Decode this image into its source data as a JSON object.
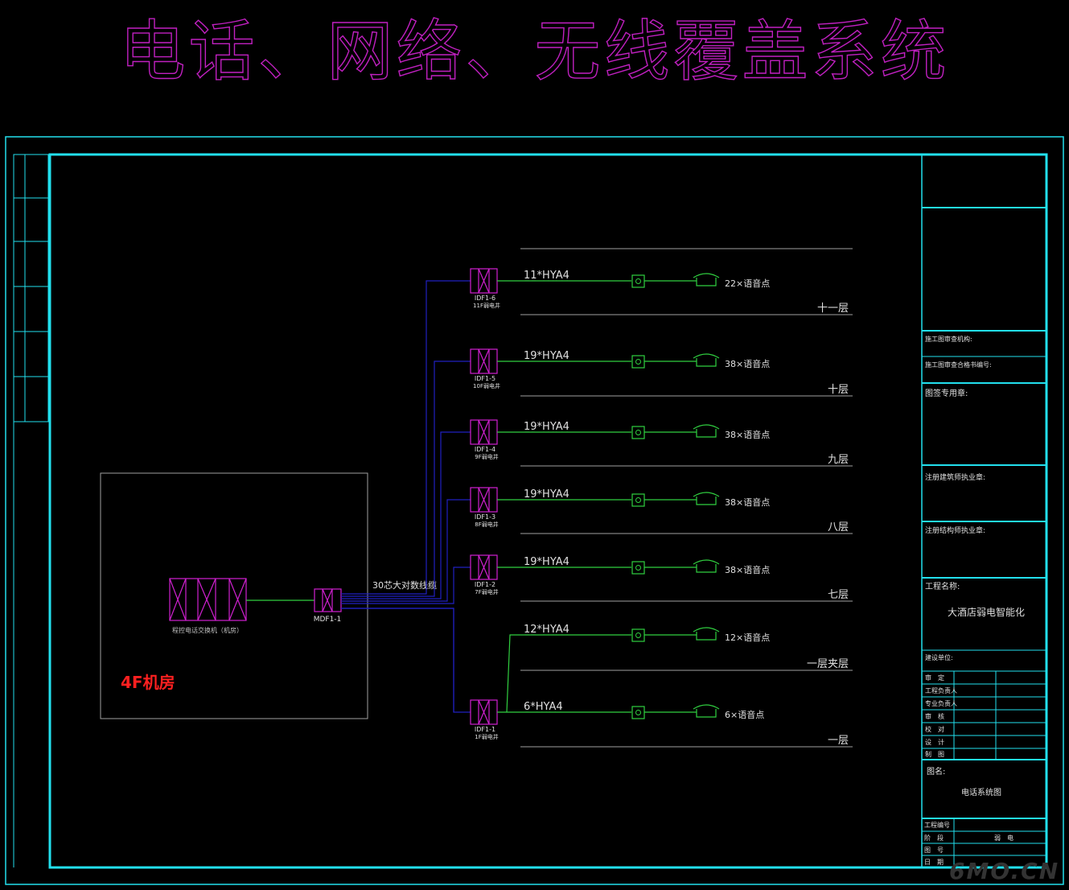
{
  "title": "电话、网络、无线覆盖系统",
  "machine_room": {
    "label": "4F机房",
    "pbx_label": "程控电话交换机（机房）",
    "mdf_label": "MDF1-1",
    "trunk_label": "30芯大对数线缆"
  },
  "floors": [
    {
      "idf": "IDF1-6",
      "idf_sub": "11F弱电井",
      "cable": "11*HYA4",
      "points": "22×语音点",
      "floor": "十一层"
    },
    {
      "idf": "IDF1-5",
      "idf_sub": "10F弱电井",
      "cable": "19*HYA4",
      "points": "38×语音点",
      "floor": "十层"
    },
    {
      "idf": "IDF1-4",
      "idf_sub": "9F弱电井",
      "cable": "19*HYA4",
      "points": "38×语音点",
      "floor": "九层"
    },
    {
      "idf": "IDF1-3",
      "idf_sub": "8F弱电井",
      "cable": "19*HYA4",
      "points": "38×语音点",
      "floor": "八层"
    },
    {
      "idf": "IDF1-2",
      "idf_sub": "7F弱电井",
      "cable": "19*HYA4",
      "points": "38×语音点",
      "floor": "七层"
    },
    {
      "idf": "",
      "idf_sub": "",
      "cable": "12*HYA4",
      "points": "12×语音点",
      "floor": "一层夹层"
    },
    {
      "idf": "IDF1-1",
      "idf_sub": "1F弱电井",
      "cable": "6*HYA4",
      "points": "6×语音点",
      "floor": "一层"
    }
  ],
  "title_block": {
    "review_unit": "施工图审查机构:",
    "review_cert": "施工图审查合格书编号:",
    "seal": "图签专用章:",
    "arch_seal": "注册建筑师执业章:",
    "struct_seal": "注册结构师执业章:",
    "project_label": "工程名称:",
    "project_name": "大酒店弱电智能化",
    "client_label": "建设单位:",
    "roles": [
      "审　定",
      "工程负责人",
      "专业负责人",
      "审　核",
      "校　对",
      "设　计",
      "制　图"
    ],
    "drawing_label": "图名:",
    "drawing_name": "电话系统图",
    "footer_rows": [
      "工程编号",
      "阶　段",
      "图　号",
      "日　期"
    ],
    "footer_value": "弱　电"
  },
  "watermark": "6MO.CN",
  "colors": {
    "frame": "#22e0ee",
    "title": "#c020c0",
    "idf": "#d020d0",
    "green": "#30d040",
    "blue": "#2020c0",
    "text": "#e0e0e0",
    "room_label": "#ff2020",
    "floor_line": "#a0a0a0"
  }
}
